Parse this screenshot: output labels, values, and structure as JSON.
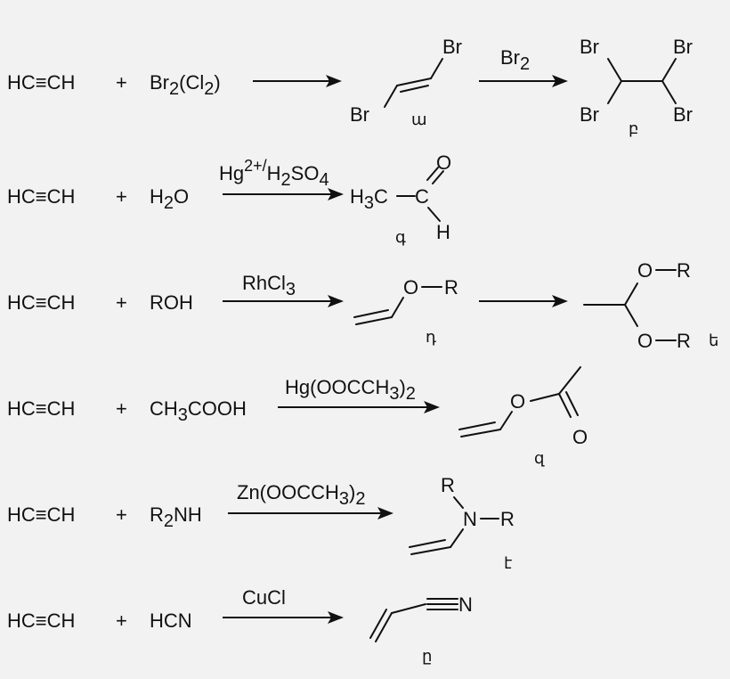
{
  "rows": [
    {
      "reactant": "HC≡CH",
      "plus": "+",
      "reagent": "Br",
      "reagent_sub": "2",
      "reagent_tail": "(Cl",
      "reagent_sub2": "2",
      "reagent_tail2": ")",
      "product_atoms": [
        "Br",
        "Br"
      ],
      "product_label": "ա",
      "step2_reagent": "Br",
      "step2_sub": "2",
      "product2_atoms": [
        "Br",
        "Br",
        "Br",
        "Br"
      ],
      "product2_label": "բ"
    },
    {
      "reactant": "HC≡CH",
      "plus": "+",
      "reagent": "H",
      "reagent_sub": "2",
      "reagent_tail": "O",
      "arrow_parts": [
        "Hg",
        "2+/",
        "H",
        "2",
        "SO",
        "4"
      ],
      "product_atoms": [
        "H",
        "3",
        "C",
        "C",
        "O",
        "H"
      ],
      "product_label": "գ"
    },
    {
      "reactant": "HC≡CH",
      "plus": "+",
      "reagent": "ROH",
      "arrow_parts": [
        "RhCl",
        "3"
      ],
      "product_atoms": [
        "O",
        "R"
      ],
      "product_label": "դ",
      "product2_atoms": [
        "O",
        "R",
        "O",
        "R"
      ],
      "product2_label": "ե"
    },
    {
      "reactant": "HC≡CH",
      "plus": "+",
      "reagent": "CH",
      "reagent_sub": "3",
      "reagent_tail": "COOH",
      "arrow_parts": [
        "Hg(OOCCH",
        "3",
        ")",
        "2"
      ],
      "product_atoms": [
        "O",
        "O"
      ],
      "product_label": "զ"
    },
    {
      "reactant": "HC≡CH",
      "plus": "+",
      "reagent": "R",
      "reagent_sub": "2",
      "reagent_tail": "NH",
      "arrow_parts": [
        "Zn(OOCCH",
        "3",
        ")",
        "2"
      ],
      "product_atoms": [
        "R",
        "N",
        "R"
      ],
      "product_label": "է"
    },
    {
      "reactant": "HC≡CH",
      "plus": "+",
      "reagent": "HCN",
      "arrow_parts": [
        "CuCl"
      ],
      "product_atoms": [
        "N"
      ],
      "product_label": "ը"
    }
  ]
}
